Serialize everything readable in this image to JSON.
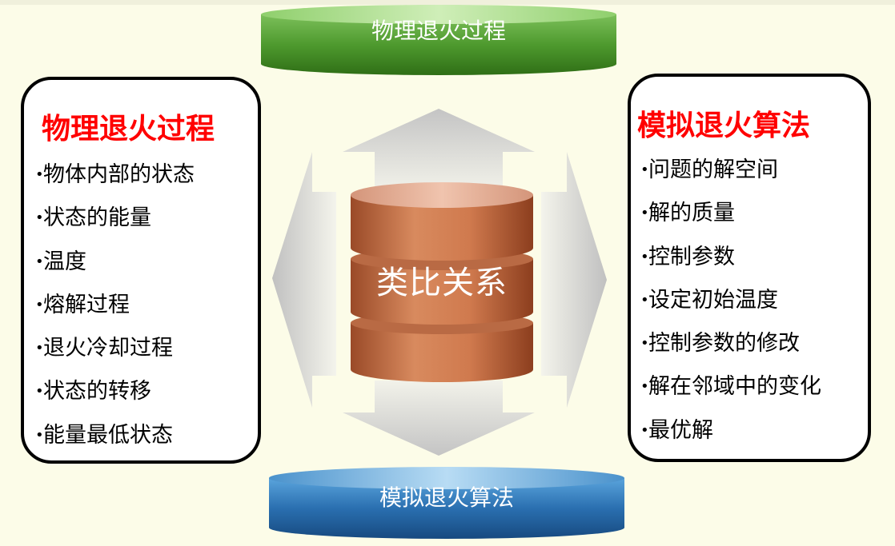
{
  "top_cylinder": {
    "label": "物理退火过程",
    "color": "#4e9a2e"
  },
  "bottom_cylinder": {
    "label": "模拟退火算法",
    "color": "#2a6fb0"
  },
  "center_cylinder": {
    "label": "类比关系",
    "color": "#c8744a"
  },
  "left_panel": {
    "title": "物理退火过程",
    "title_color": "#ff0000",
    "items": [
      "物体内部的状态",
      "状态的能量",
      "温度",
      "熔解过程",
      "退火冷却过程",
      "状态的转移",
      "能量最低状态"
    ]
  },
  "right_panel": {
    "title": "模拟退火算法",
    "title_color": "#ff0000",
    "items": [
      "问题的解空间",
      "解的质量",
      "控制参数",
      "设定初始温度",
      "控制参数的修改",
      "解在邻域中的变化",
      "最优解"
    ]
  },
  "bullet_glyph": "•"
}
